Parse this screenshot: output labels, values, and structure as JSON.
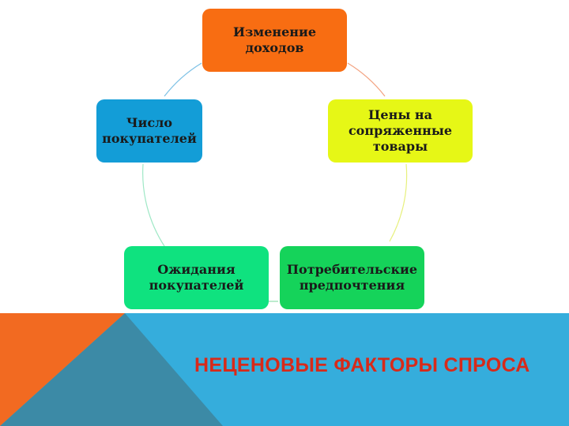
{
  "nodes": [
    {
      "label": "Изменение\nдоходов",
      "color": "#F86D12"
    },
    {
      "label": "Цены на\nсопряженные\nтовары",
      "color": "#E6F716"
    },
    {
      "label": "Потребительские\nпредпочтения",
      "color": "#15D35A"
    },
    {
      "label": "Ожидания\nпокупателей",
      "color": "#0FE27F"
    },
    {
      "label": "Число\nпокупателей",
      "color": "#139DD7"
    }
  ],
  "title": "НЕЦЕНОВЫЕ ФАКТОРЫ СПРОСА",
  "colors": {
    "title": "#D72A1A",
    "band": "#35ADDC",
    "orange_triangle": "#F26A21",
    "slate_triangle": "#3C8AA6"
  }
}
